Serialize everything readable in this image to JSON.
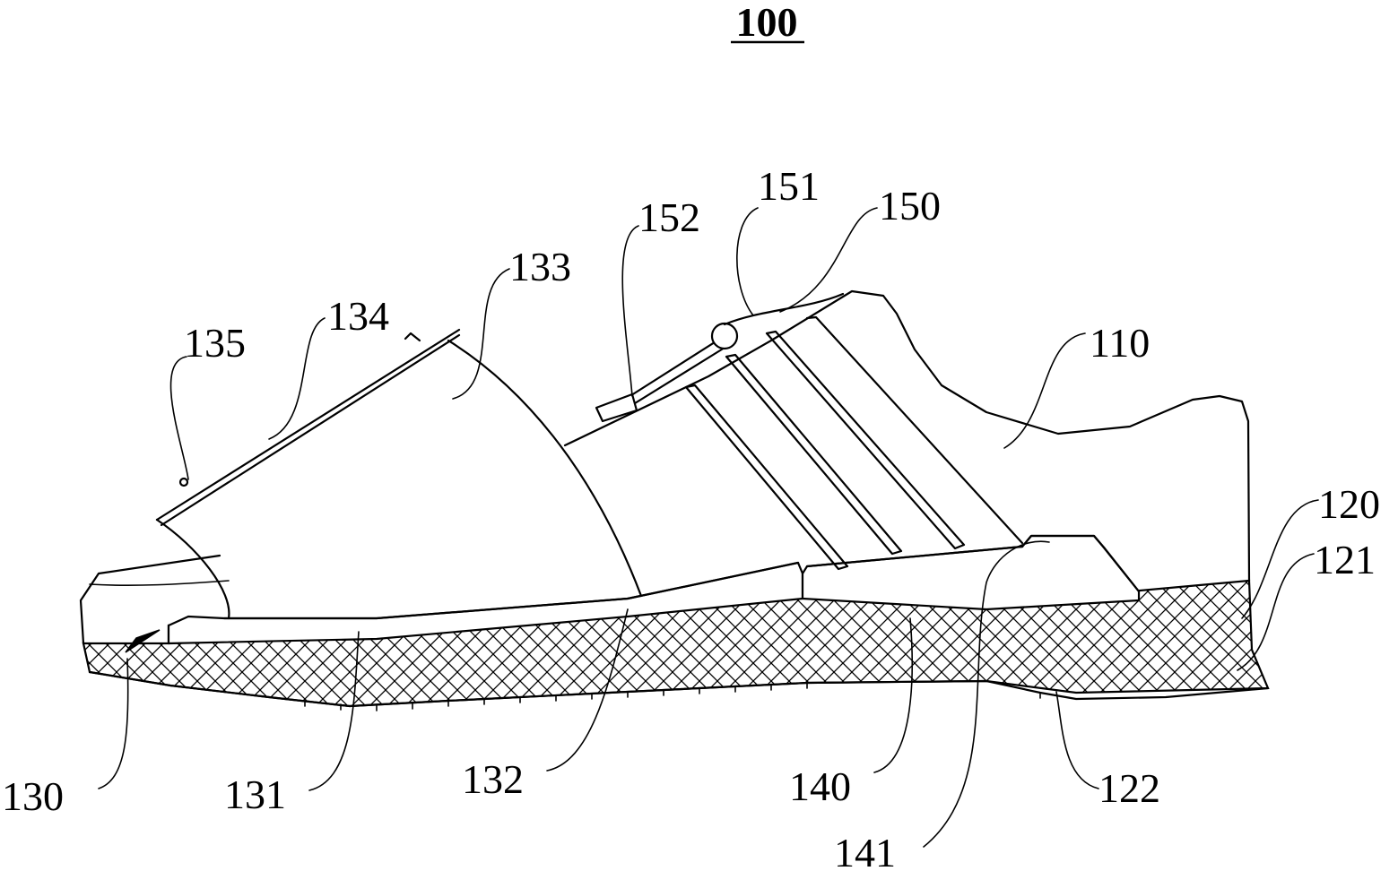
{
  "figure": {
    "title": "100",
    "labels": {
      "l110": "110",
      "l120": "120",
      "l121": "121",
      "l122": "122",
      "l130": "130",
      "l131": "131",
      "l132": "132",
      "l133": "133",
      "l134": "134",
      "l135": "135",
      "l140": "140",
      "l141": "141",
      "l150": "150",
      "l151": "151",
      "l152": "152"
    }
  }
}
